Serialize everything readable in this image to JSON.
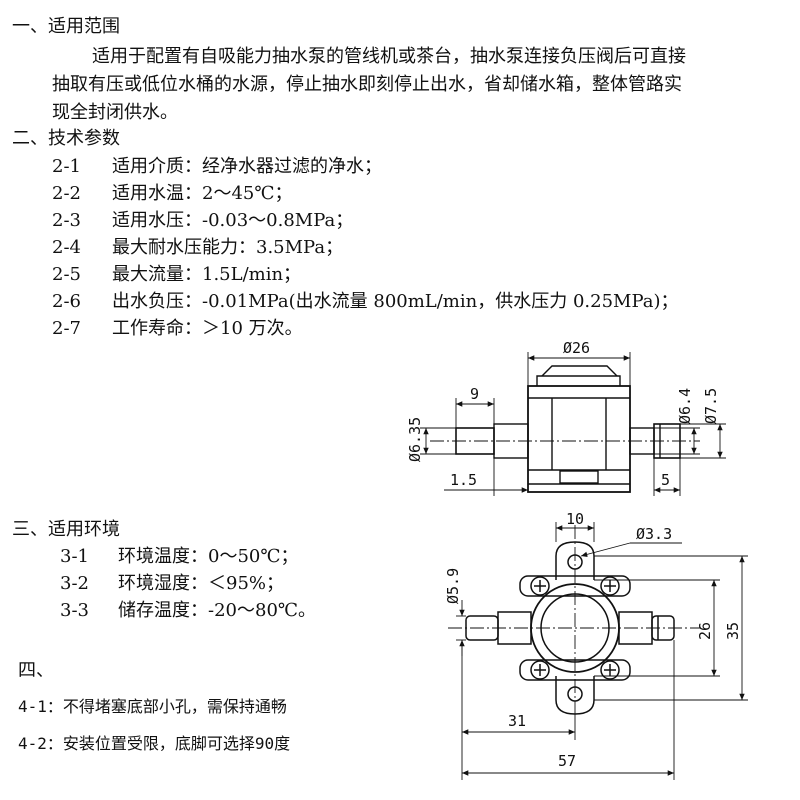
{
  "section1": {
    "heading": "一、适用范围",
    "lines": [
      "适用于配置有自吸能力抽水泵的管线机或茶台，抽水泵连接负压阀后可直接",
      "抽取有压或低位水桶的水源，停止抽水即刻停止出水，省却储水箱，整体管路实",
      "现全封闭供水。"
    ]
  },
  "section2": {
    "heading": "二、技术参数",
    "items": [
      {
        "num": "2-1",
        "text": "适用介质：经净水器过滤的净水；"
      },
      {
        "num": "2-2",
        "text": "适用水温：2～45℃；"
      },
      {
        "num": "2-3",
        "text": "适用水压：-0.03～0.8MPa；"
      },
      {
        "num": "2-4",
        "text": "最大耐水压能力：3.5MPa；"
      },
      {
        "num": "2-5",
        "text": "最大流量：1.5L/min；"
      },
      {
        "num": "2-6",
        "text": "出水负压：-0.01MPa(出水流量 800mL/min，供水压力 0.25MPa)；"
      },
      {
        "num": "2-7",
        "text": "工作寿命：＞10 万次。"
      }
    ]
  },
  "section3": {
    "heading": "三、适用环境",
    "items": [
      {
        "num": "3-1",
        "text": "环境温度：0～50℃；"
      },
      {
        "num": "3-2",
        "text": "环境湿度：＜95%；"
      },
      {
        "num": "3-3",
        "text": "储存温度：-20～80℃。"
      }
    ]
  },
  "section4": {
    "heading": "四、",
    "items": [
      "4-1：不得堵塞底部小孔，需保持通畅",
      "4-2：安装位置受限，底脚可选择90度"
    ]
  },
  "drawing_side": {
    "dims": {
      "d26": "Ø26",
      "d9": "9",
      "d64": "Ø6.4",
      "d75": "Ø7.5",
      "d635": "Ø6.35",
      "d15": "1.5",
      "d5": "5"
    }
  },
  "drawing_top": {
    "dims": {
      "d10": "10",
      "d33": "Ø3.3",
      "d59": "Ø5.9",
      "d26": "26",
      "d35": "35",
      "d31": "31",
      "d57": "57"
    }
  }
}
